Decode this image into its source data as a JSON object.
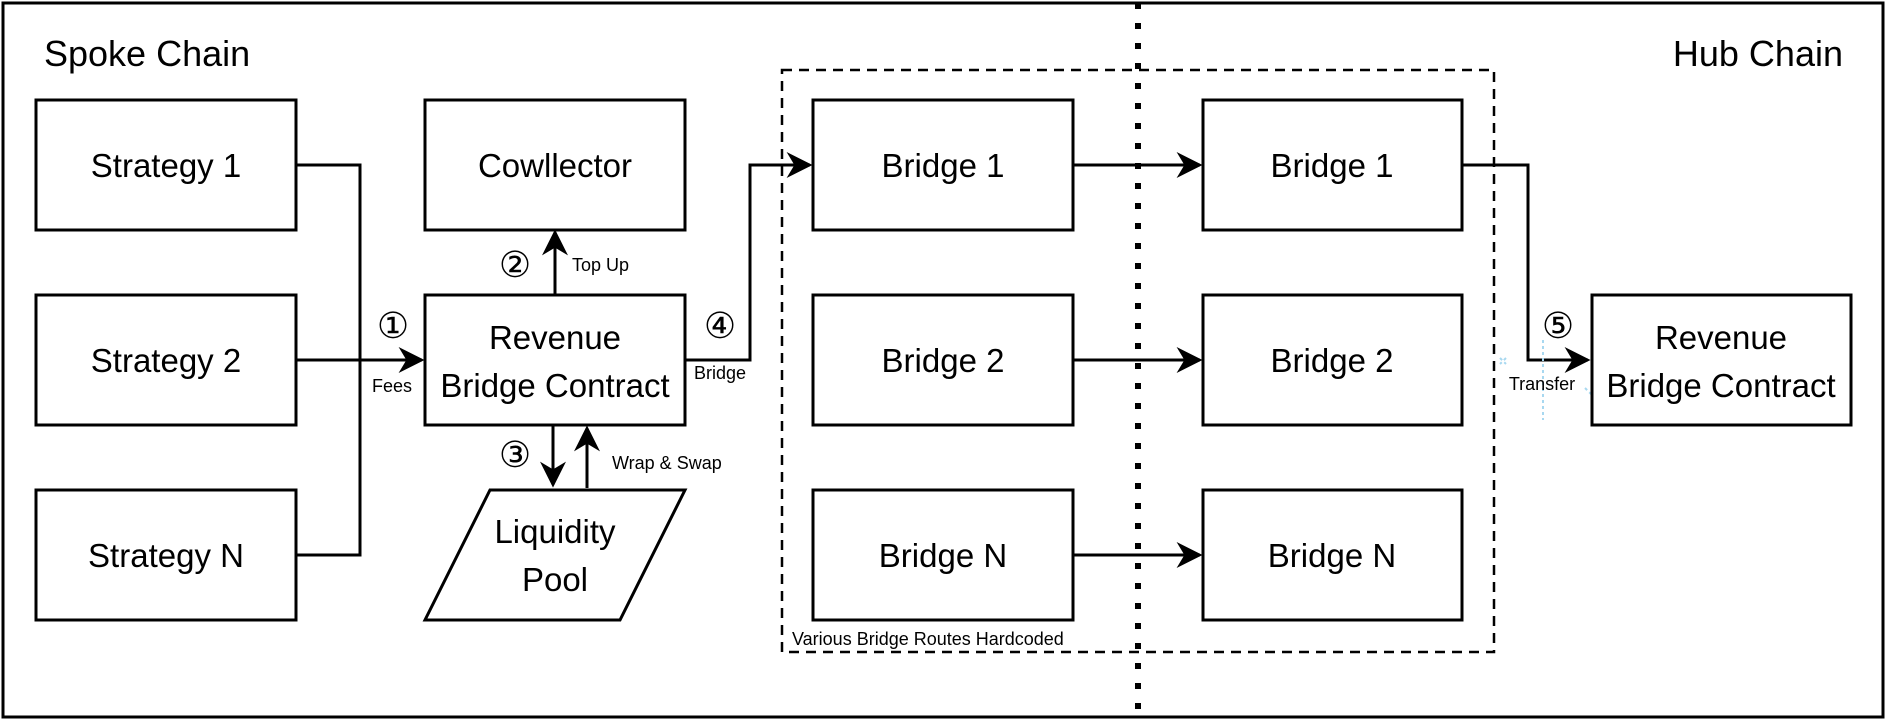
{
  "regions": {
    "spoke": "Spoke Chain",
    "hub": "Hub Chain"
  },
  "spoke": {
    "strategies": [
      "Strategy 1",
      "Strategy 2",
      "Strategy N"
    ],
    "cowllector": "Cowllector",
    "revenue_bridge": [
      "Revenue",
      "Bridge Contract"
    ],
    "liquidity_pool": [
      "Liquidity",
      "Pool"
    ],
    "bridges": [
      "Bridge 1",
      "Bridge 2",
      "Bridge N"
    ]
  },
  "hub": {
    "bridges": [
      "Bridge 1",
      "Bridge 2",
      "Bridge N"
    ],
    "revenue_bridge": [
      "Revenue",
      "Bridge Contract"
    ]
  },
  "steps": [
    "①",
    "②",
    "③",
    "④",
    "⑤"
  ],
  "edge_labels": {
    "fees": "Fees",
    "top_up": "Top Up",
    "wrap_swap": "Wrap & Swap",
    "bridge": "Bridge",
    "transfer": "Transfer"
  },
  "bridge_group_note": "Various Bridge Routes Hardcoded",
  "colors": {
    "stroke": "#000000",
    "background": "#ffffff",
    "selection_handles": "#a8d8f0"
  }
}
